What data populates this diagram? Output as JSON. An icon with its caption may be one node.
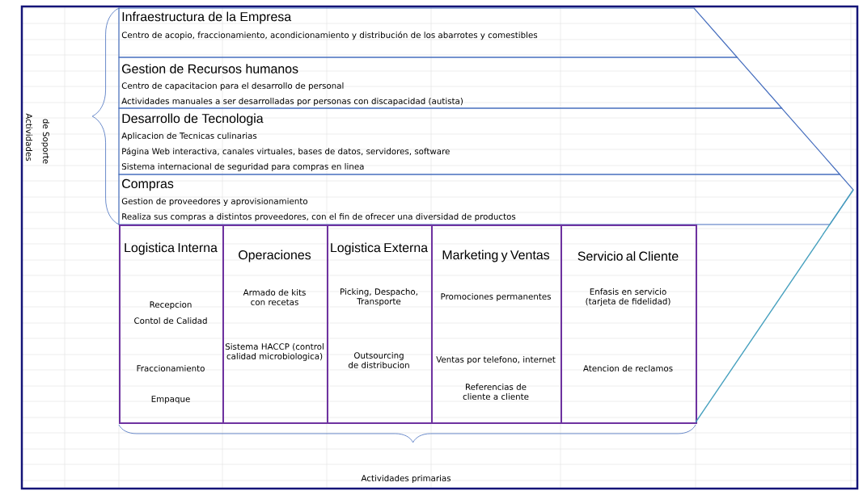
{
  "diagram": {
    "nodes": [
      {
        "text": [
          "Infraestructura de la Empresa",
          "Centro de acopio, fraccionamiento, acondicionamiento y distribución de los abarrotes y comestibles"
        ]
      },
      {
        "text": [
          "Gestion de Recursos humanos",
          "Centro de capacitacion para el desarrollo de personal",
          "Actividades manuales a ser desarrolladas por personas con discapacidad (autista)"
        ]
      },
      {
        "text": [
          "Desarrollo de Tecnologia",
          "Aplicacion de Tecnicas culinarias",
          "Página Web interactiva, canales virtuales, bases de datos, servidores, software",
          "Sistema internacional de seguridad para compras en linea"
        ]
      },
      {
        "text": [
          "Compras",
          "Gestion de proveedores y aprovisionamiento",
          "Realiza sus compras a distintos proveedores, con el fin de ofrecer una diversidad de productos"
        ]
      },
      {
        "text": [
          "Logistica Interna",
          "Recepcion",
          "Contol de Calidad",
          "Fraccionamiento",
          "Empaque"
        ]
      },
      {
        "text": [
          "Operaciones",
          "Armado de kits con recetas",
          "Sistema HACCP (control calidad microbiologica)"
        ]
      },
      {
        "text": [
          "Logistica Externa",
          "Picking, Despacho, Transporte",
          "Outsourcing de distribucion"
        ]
      },
      {
        "text": [
          "Marketing y Ventas",
          "Promociones permanentes",
          "Ventas por telefono, internet",
          "Referencias de cliente a cliente"
        ]
      },
      {
        "text": [
          "Servicio al Cliente",
          "Enfasis en servicio (tarjeta de fidelidad)",
          "Atencion de reclamos"
        ]
      }
    ],
    "edges": [],
    "labels": [
      "Actividades",
      "de Soporte",
      "Actividades primarias"
    ]
  }
}
